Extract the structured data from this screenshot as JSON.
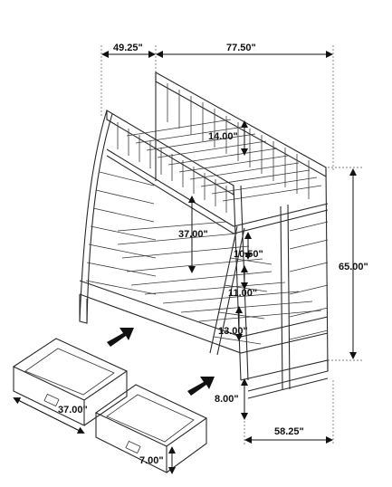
{
  "dimensions": {
    "top_depth": "49.25\"",
    "top_length": "77.50\"",
    "upper_rail_height": "14.00\"",
    "lower_clearance": "37.00\"",
    "total_height": "65.00\"",
    "ladder_step_1": "10.50\"",
    "ladder_step_2": "11.00\"",
    "ladder_step_3": "13.00\"",
    "drawer_clearance": "8.00\"",
    "bottom_width": "58.25\"",
    "drawer_length": "37.00\"",
    "drawer_height": "7.00\""
  },
  "colors": {
    "line": "#2a2a2a",
    "text": "#111111",
    "background": "#ffffff"
  }
}
